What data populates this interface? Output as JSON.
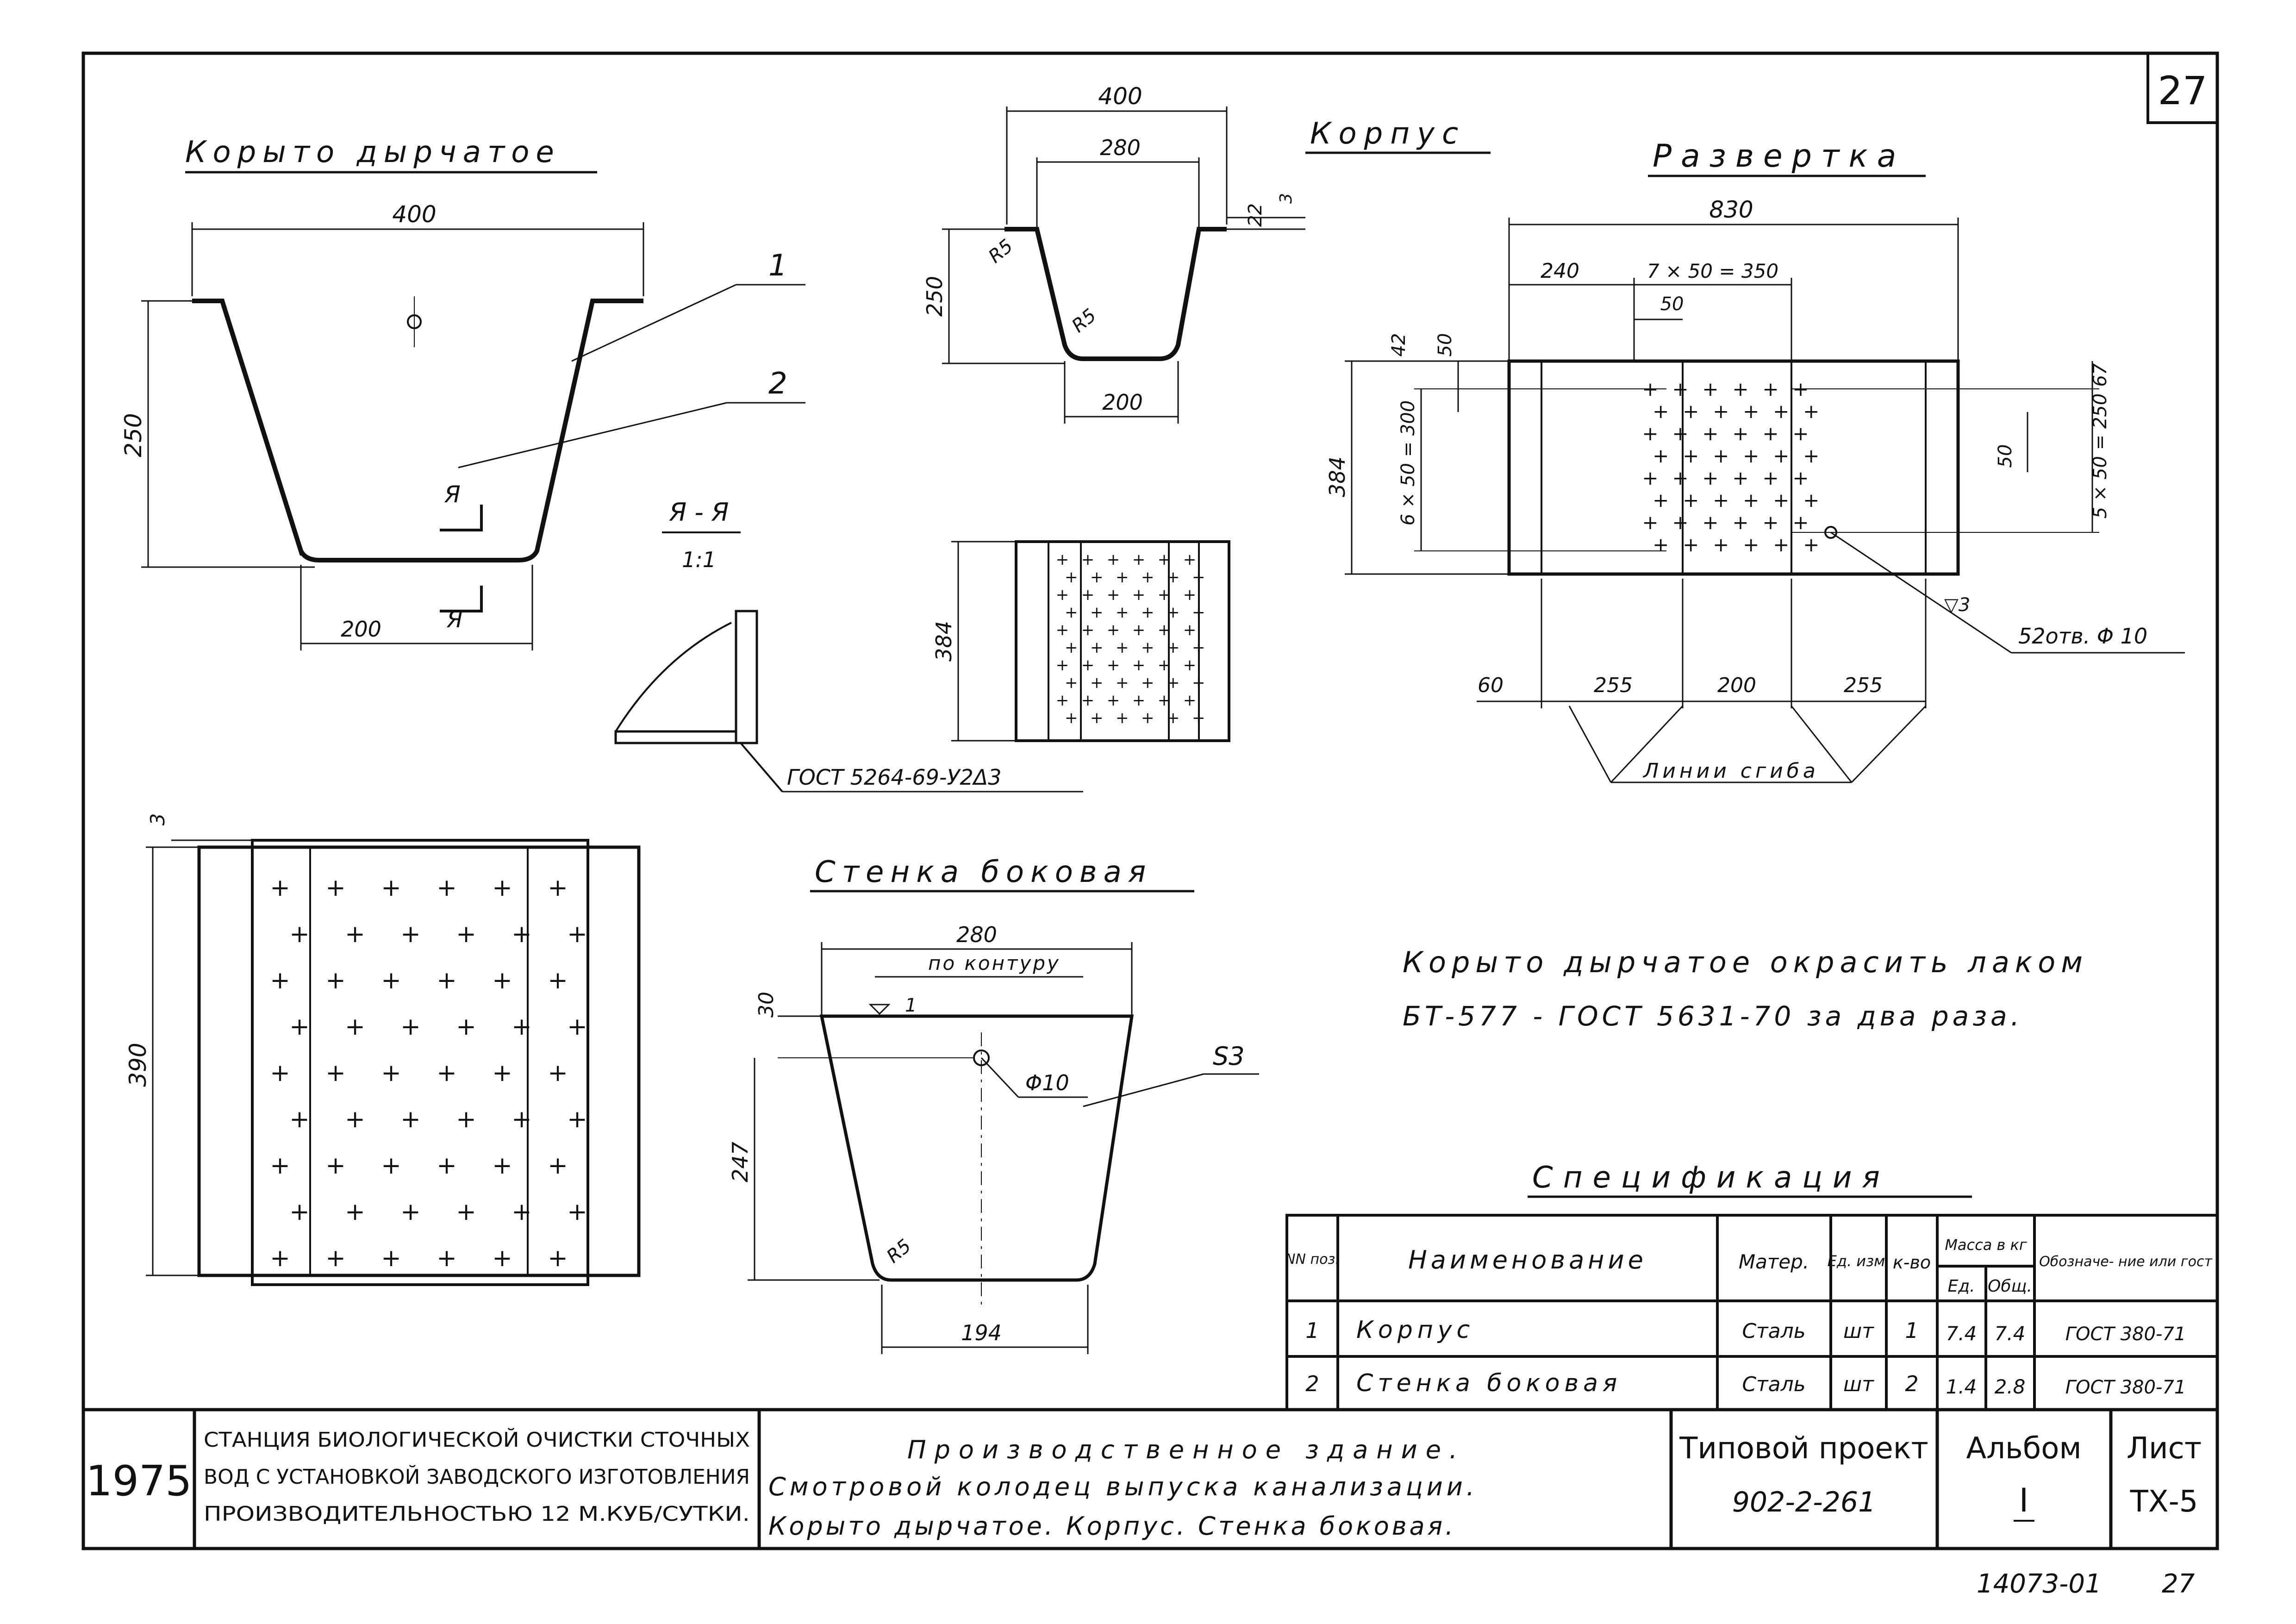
{
  "sheet_number": "27",
  "trough": {
    "title": "Корыто дырчатое",
    "dim_top": "400",
    "dim_height": "250",
    "dim_bottom": "200",
    "leader_1": "1",
    "leader_2": "2",
    "section_mark": "Я",
    "section_title": "Я - Я",
    "section_scale": "1:1",
    "weld_note": "ГОСТ 5264-69-У2Δ3",
    "plan_dim_height": "390",
    "plan_dim_gap": "3"
  },
  "body": {
    "title": "Корпус",
    "dim_400": "400",
    "dim_280": "280",
    "dim_250": "250",
    "dim_200": "200",
    "r5_a": "R5",
    "r5_b": "R5",
    "dim_22": "22",
    "dim_3": "3",
    "dim_384": "384"
  },
  "unfold": {
    "title": "Развертка",
    "dim_830": "830",
    "dim_240": "240",
    "dim_7x50": "7 × 50 = 350",
    "dim_50_top": "50",
    "dim_42": "42",
    "dim_50_left": "50",
    "dim_6x50": "6 × 50 = 300",
    "dim_384": "384",
    "dim_67": "67",
    "dim_5x50": "5 × 50 = 250",
    "dim_50_right": "50",
    "dim_60": "60",
    "dim_255a": "255",
    "dim_200": "200",
    "dim_255b": "255",
    "weld_3": "▽3",
    "holes_note": "52отв. Φ 10",
    "fold_lines": "Линии сгиба"
  },
  "side_wall": {
    "title": "Стенка боковая",
    "dim_280": "280",
    "contour_note": "по контуру",
    "weld_1": "1",
    "dim_30": "30",
    "hole": "Φ10",
    "thickness": "S3",
    "dim_247": "247",
    "r5": "R5",
    "dim_194": "194"
  },
  "paint_note": {
    "line1": "Корыто дырчатое окрасить лаком",
    "line2": "БТ-577 - ГОСТ 5631-70 за два раза."
  },
  "specification": {
    "title": "Спецификация",
    "headers": {
      "pos": "NN поз.",
      "name": "Наименование",
      "material": "Матер.",
      "unit": "Ед. изм.",
      "qty": "к-во",
      "mass": "Масса в кг",
      "mass_unit": "Ед.",
      "mass_total": "Общ.",
      "standard": "Обозначе- ние или гост"
    },
    "rows": [
      {
        "pos": "1",
        "name": "Корпус",
        "material": "Сталь",
        "unit": "шт",
        "qty": "1",
        "mass_unit": "7.4",
        "mass_total": "7.4",
        "standard": "ГОСТ 380-71"
      },
      {
        "pos": "2",
        "name": "Стенка боковая",
        "material": "Сталь",
        "unit": "шт",
        "qty": "2",
        "mass_unit": "1.4",
        "mass_total": "2.8",
        "standard": "ГОСТ 380-71"
      }
    ]
  },
  "title_block": {
    "year": "1975",
    "station_line1": "СТАНЦИЯ БИОЛОГИЧЕСКОЙ ОЧИСТКИ СТОЧНЫХ",
    "station_line2": "ВОД С УСТАНОВКОЙ ЗАВОДСКОГО ИЗГОТОВЛЕНИЯ",
    "station_line3": "ПРОИЗВОДИТЕЛЬНОСТЬЮ 12 М.КУБ/СУТКИ.",
    "desc_line1": "Производственное здание.",
    "desc_line2": "Смотровой колодец выпуска канализации.",
    "desc_line3": "Корыто дырчатое. Корпус. Стенка боковая.",
    "project_label": "Типовой проект",
    "project_code": "902-2-261",
    "album_label": "Альбом",
    "album_value": "I",
    "sheet_label": "Лист",
    "sheet_value": "ТХ-5"
  },
  "footer": {
    "code": "14073-01",
    "page": "27"
  }
}
